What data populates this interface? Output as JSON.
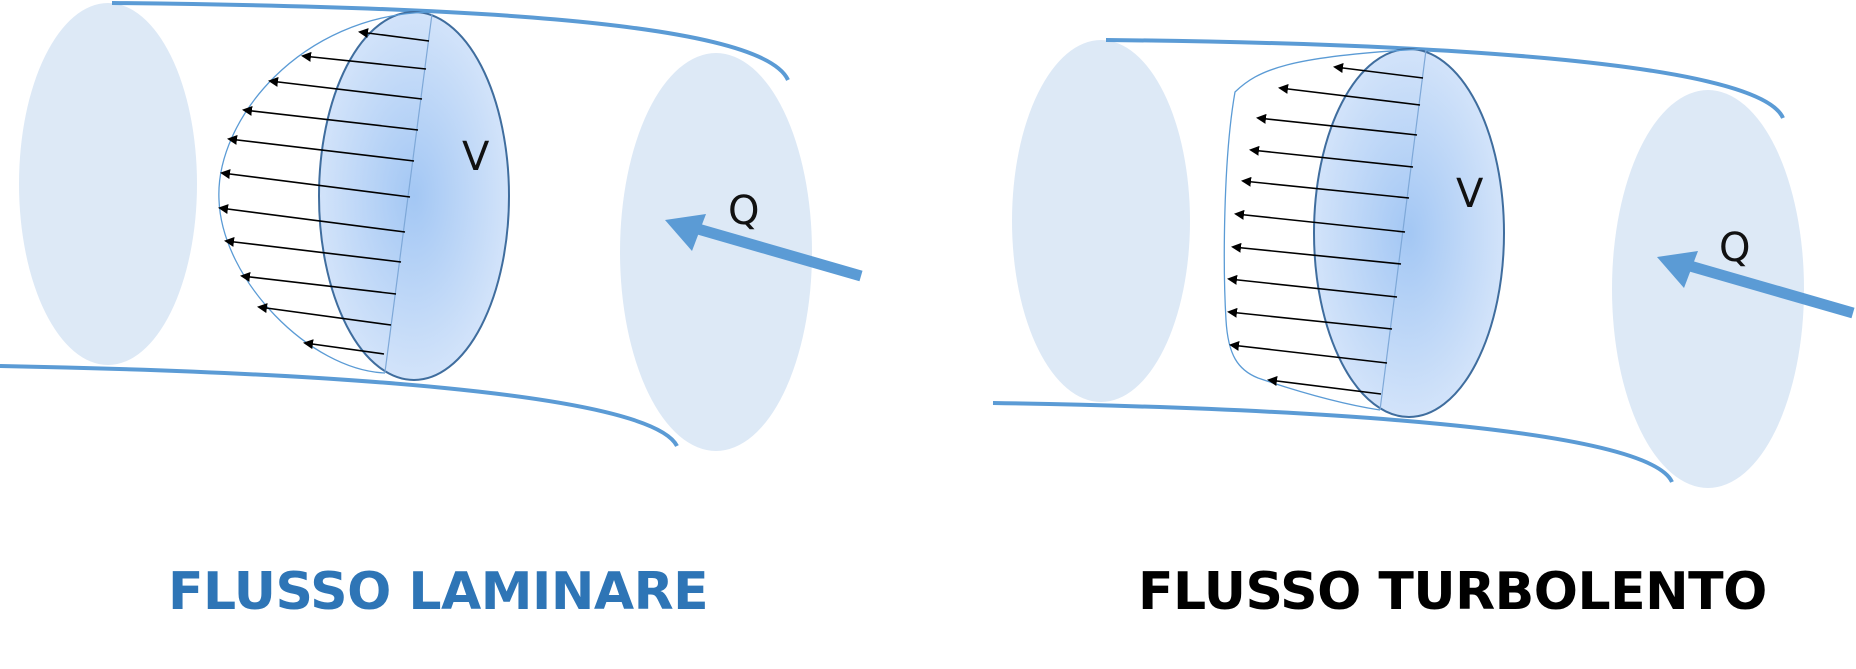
{
  "colors": {
    "pipe_edge": "#5b9bd5",
    "cross_section": "#dde9f6",
    "profile_center": "#a3c7f4",
    "profile_edge": "#dce9fb",
    "profile_outline": "#3f6d9e",
    "vector_arrow": "#000000",
    "flow_arrow": "#5b9bd5",
    "caption": "#2e75b6"
  },
  "icons": {
    "velocity_vector": "left-arrow",
    "flow_direction": "thick-left-arrow"
  },
  "panels": [
    {
      "id": "laminar",
      "caption": "FLUSSO LAMINARE",
      "velocity_symbol": "V",
      "flow_symbol": "Q",
      "profile_shape": "parabolic"
    },
    {
      "id": "turbulent",
      "caption": "FLUSSO TURBOLENTO",
      "velocity_symbol": "V",
      "flow_symbol": "Q",
      "profile_shape": "flattened"
    }
  ]
}
